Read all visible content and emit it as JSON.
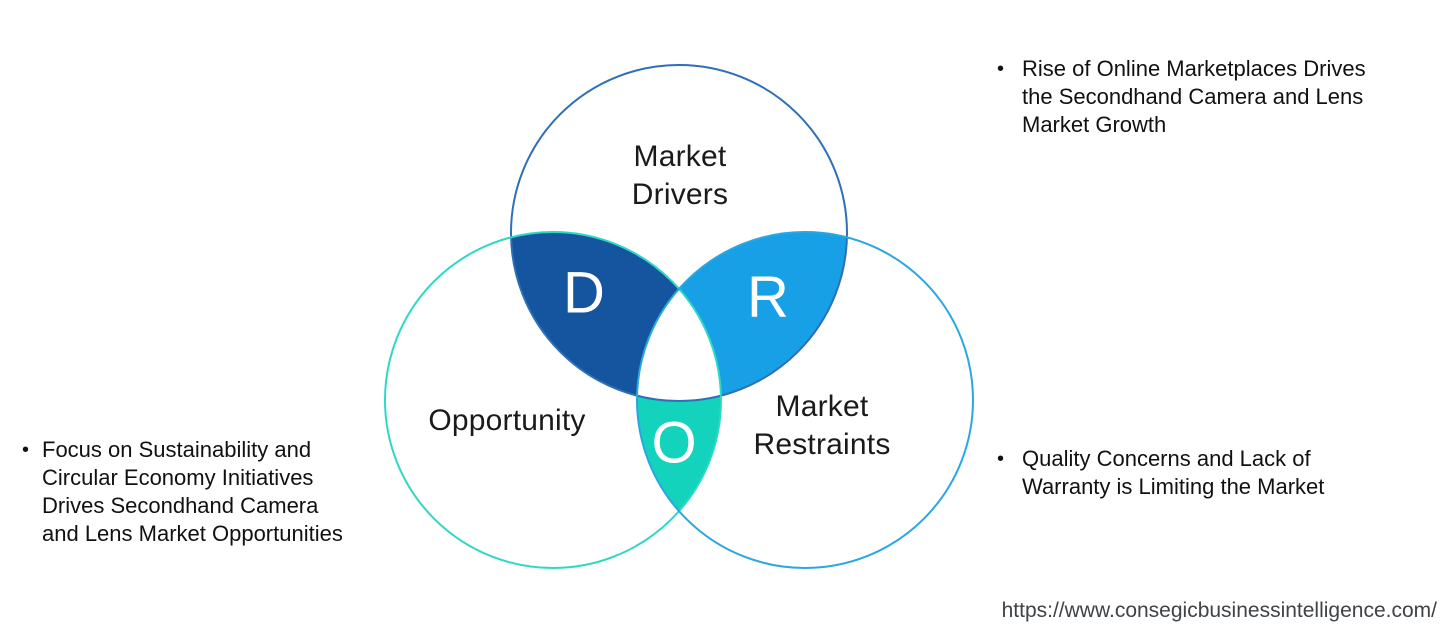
{
  "colors": {
    "background": "#FFFFFF",
    "drivers_outline": "#2E6FB7",
    "opportunity_outline": "#2DD8C5",
    "restraints_outline": "#2AA7E1",
    "drivers_overlap_fill": "#15549E",
    "restraints_overlap_fill": "#17A0E6",
    "opportunity_overlap_fill": "#14D3BC",
    "center_fill": "#FFFFFF",
    "overlap_letter_color": "#FFFFFF",
    "label_color": "#1A1A1A",
    "note_color": "#111111",
    "url_color": "#3F4347"
  },
  "diagram": {
    "labels": {
      "drivers_line1": "Market",
      "drivers_line2": "Drivers",
      "opportunity": "Opportunity",
      "restraints_line1": "Market",
      "restraints_line2": "Restraints"
    },
    "letters": {
      "drivers": "D",
      "restraints": "R",
      "opportunity": "O"
    }
  },
  "annotations": {
    "bullet": "•",
    "driver_note": "Rise of Online Marketplaces Drives the Secondhand Camera and Lens Market Growth",
    "opportunity_note": "Focus on Sustainability and Circular Economy Initiatives Drives Secondhand Camera and Lens Market Opportunities",
    "restraint_note": "Quality Concerns and Lack of Warranty is Limiting the Market"
  },
  "footer": {
    "url": "https://www.consegicbusinessintelligence.com/"
  }
}
